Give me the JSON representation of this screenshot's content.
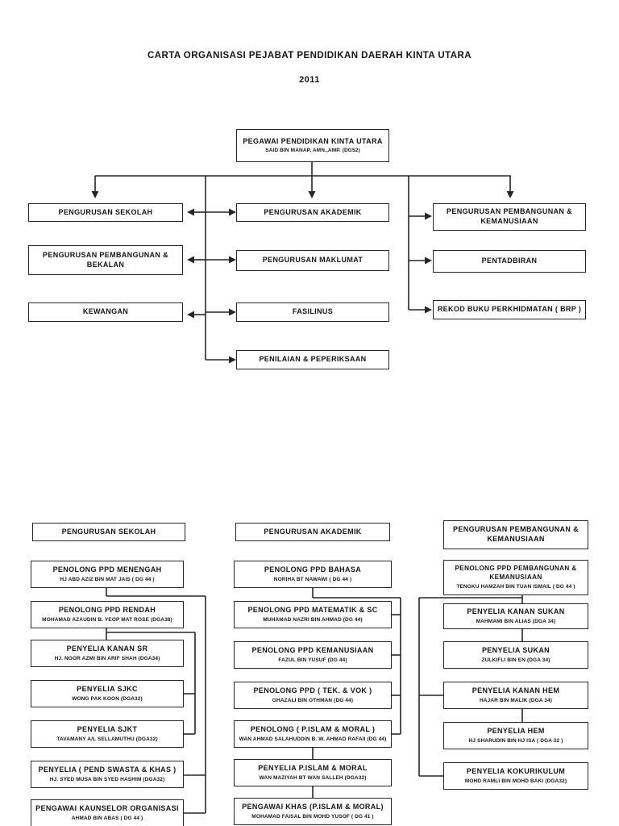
{
  "page_title": "CARTA ORGANISASI PEJABAT PENDIDIKAN DAERAH KINTA UTARA",
  "year": "2011",
  "root": {
    "title": "PEGAWAI PENDIDIKAN KINTA UTARA",
    "name": "SAID BIN MANAP, AMN.,AMP. (DG52)"
  },
  "units": {
    "left": [
      "PENGURUSAN SEKOLAH",
      "PENGURUSAN PEMBANGUNAN & BEKALAN",
      "KEWANGAN"
    ],
    "middle": [
      "PENGURUSAN AKADEMIK",
      "PENGURUSAN MAKLUMAT",
      "FASILINUS",
      "PENILAIAN & PEPERIKSAAN"
    ],
    "right": [
      "PENGURUSAN PEMBANGUNAN & KEMANUSIAAN",
      "PENTADBIRAN",
      "REKOD BUKU PERKHIDMATAN ( BRP )"
    ]
  },
  "sections": {
    "school": {
      "header": "PENGURUSAN SEKOLAH",
      "boxes": [
        {
          "title": "PENOLONG PPD MENENGAH",
          "name": "HJ ABD AZIZ BIN MAT JAIS ( DG 44 )"
        },
        {
          "title": "PENOLONG PPD RENDAH",
          "name": "MOHAMAD AZAUDIN B. YEOP MAT ROSE (DGA38)"
        },
        {
          "title": "PENYELIA KANAN SR",
          "name": "HJ. NOOR AZMI BIN ARIF SHAH (DGA34)"
        },
        {
          "title": "PENYELIA SJKC",
          "name": "WONG PAK KOON (DGA32)"
        },
        {
          "title": "PENYELIA SJKT",
          "name": "TAVAMANY A/L SELLAMUTHU (DGA32)"
        },
        {
          "title": "PENYELIA ( PEND SWASTA & KHAS )",
          "name": "HJ. SYED MUSA BIN SYED HASHIM (DGA32)"
        },
        {
          "title": "PENGAWAI KAUNSELOR ORGANISASI",
          "name": "AHMAD BIN ABAS ( DG 44 )"
        }
      ]
    },
    "academic": {
      "header": "PENGURUSAN AKADEMIK",
      "boxes": [
        {
          "title": "PENOLONG PPD BAHASA",
          "name": "NORIHA BT NAWAWI ( DG 44 )"
        },
        {
          "title": "PENOLONG PPD MATEMATIK & SC",
          "name": "MUHAMAD NAZRI BIN AHMAD (DG 44)"
        },
        {
          "title": "PENOLONG PPD KEMANUSIAAN",
          "name": "FAZUL BIN YUSUF (DG 44)"
        },
        {
          "title": "PENOLONG PPD ( TEK. & VOK )",
          "name": "GHAZALI BIN OTHMAN (DG 44)"
        },
        {
          "title": "PENOLONG ( P.ISLAM & MORAL )",
          "name": "WAN AHMAD SALAHUDDIN B. W. AHMAD RAFAII (DG 44)"
        },
        {
          "title": "PENYELIA P.ISLAM & MORAL",
          "name": "WAN MAZIYAH BT WAN SALLEH (DGA32)"
        },
        {
          "title": "PENGAWAI KHAS (P.ISLAM & MORAL)",
          "name": "MOHAMAD FAISAL BIN MOHD YUSOF ( DG 41 )"
        }
      ]
    },
    "development": {
      "header": "PENGURUSAN PEMBANGUNAN & KEMANUSIAAN",
      "boxes": [
        {
          "title": "PENOLONG PPD PEMBANGUNAN & KEMANUSIAAN",
          "name": "TENGKU HAMZAH BIN TUAN ISMAIL ( DG 44 )"
        },
        {
          "title": "PENYELIA KANAN SUKAN",
          "name": "MAHMAMI BIN ALIAS (DGA 34)"
        },
        {
          "title": "PENYELIA SUKAN",
          "name": "ZULKIFLI BIN EN (DGA 34)"
        },
        {
          "title": "PENYELIA KANAN HEM",
          "name": "HAJAR BIN MALIK (DGA 34)"
        },
        {
          "title": "PENYELIA HEM",
          "name": "HJ SHARUDIN BIN HJ ISA ( DGA 32 )"
        },
        {
          "title": "PENYELIA KOKURIKULUM",
          "name": "MOHD RAMLI BIN MOHD BAKI (DGA32)"
        }
      ]
    }
  }
}
